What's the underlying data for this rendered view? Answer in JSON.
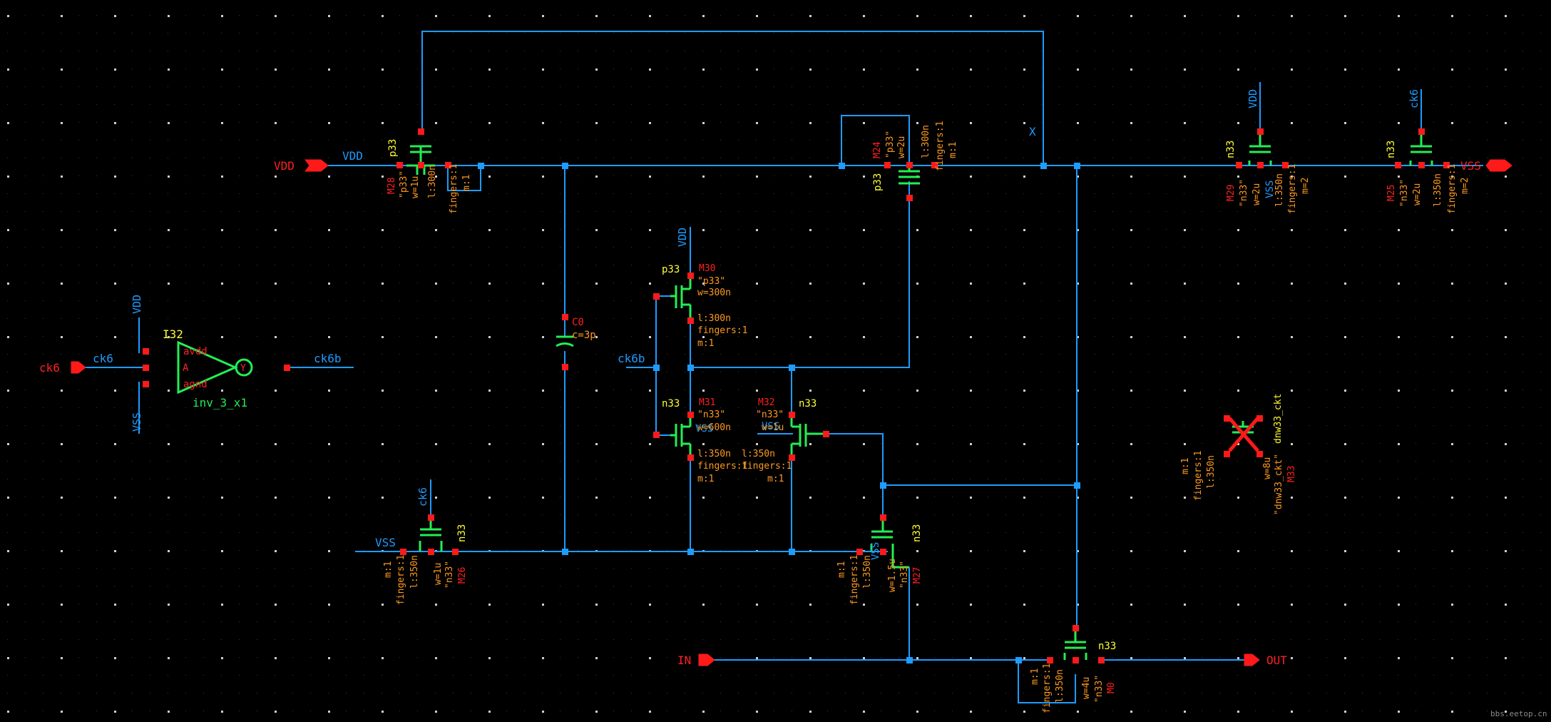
{
  "window": {
    "title": ""
  },
  "colors": {
    "background": "#000000",
    "wire": "#1e9cff",
    "device": "#22ee55",
    "pin": "#ff1a1a",
    "label_red": "#ff2020",
    "label_orange": "#ff9a1f",
    "label_yellow": "#ffff33",
    "net_label": "#1e9cff",
    "grid_dot": "#ffffff"
  },
  "icons": {
    "pin": "diamond-pin-icon",
    "delete_marker": "red-x-icon",
    "grid": "dot-grid"
  },
  "pins": {
    "vdd": "VDD",
    "vss": "VSS",
    "ck6": "ck6",
    "in": "IN",
    "out": "OUT"
  },
  "nets": {
    "vdd": "VDD",
    "vss": "VSS",
    "ck6": "ck6",
    "ck6b": "ck6b",
    "x": "X"
  },
  "inverter": {
    "name": "I32",
    "cell": "inv_3_x1",
    "pin_avdd": "avdd",
    "pin_agnd": "agnd",
    "pin_a": "A",
    "pin_y": "Y"
  },
  "capacitor": {
    "name": "C0",
    "value": "c=3p"
  },
  "devices": {
    "m28": {
      "type": "p33",
      "name": "M28",
      "model": "\"p33\"",
      "w": "w=1u",
      "l": "l:300n",
      "fingers": "fingers:1",
      "m": "m:1"
    },
    "m24": {
      "type": "p33",
      "name": "M24",
      "model": "\"p33\"",
      "w": "w=2u",
      "l": "l:300n",
      "fingers": "fingers:1",
      "m": "m:1"
    },
    "m29": {
      "type": "n33",
      "name": "M29",
      "model": "\"n33\"",
      "w": "w=2u",
      "l": "l:350n",
      "fingers": "fingers:1",
      "m": "m=2"
    },
    "m25": {
      "type": "n33",
      "name": "M25",
      "model": "\"n33\"",
      "w": "w=2u",
      "l": "l:350n",
      "fingers": "fingers:1",
      "m": "m=2"
    },
    "m30": {
      "type": "p33",
      "name": "M30",
      "model": "\"p33\"",
      "w": "w=300n",
      "l": "l:300n",
      "fingers": "fingers:1",
      "m": "m:1"
    },
    "m31": {
      "type": "n33",
      "name": "M31",
      "model": "\"n33\"",
      "w": "w=600n",
      "l": "l:350n",
      "fingers": "fingers:1",
      "m": "m:1"
    },
    "m32": {
      "type": "n33",
      "name": "M32",
      "model": "\"n33\"",
      "w": "w=1u",
      "l": "l:350n",
      "fingers": "fingers:1",
      "m": "m:1"
    },
    "m26": {
      "type": "n33",
      "name": "M26",
      "model": "\"n33\"",
      "w": "w=1u",
      "l": "l:350n",
      "fingers": "fingers:1",
      "m": "m:1"
    },
    "m27": {
      "type": "n33",
      "name": "M27",
      "model": "\"n33\"",
      "w": "w=1.5u",
      "l": "l:350n",
      "fingers": "fingers:1",
      "m": "m:1"
    },
    "m0": {
      "type": "n33",
      "name": "M0",
      "model": "\"n33\"",
      "w": "w=4u",
      "l": "l:350n",
      "fingers": "fingers:1",
      "m": "m:1"
    },
    "m33": {
      "type": "dnw33_ckt",
      "name": "M33",
      "model": "\"dnw33_ckt\"",
      "w": "w=8u",
      "l": "l:350n",
      "fingers": "fingers:1",
      "m": "m:1"
    }
  },
  "watermark": "bbs.eetop.cn"
}
